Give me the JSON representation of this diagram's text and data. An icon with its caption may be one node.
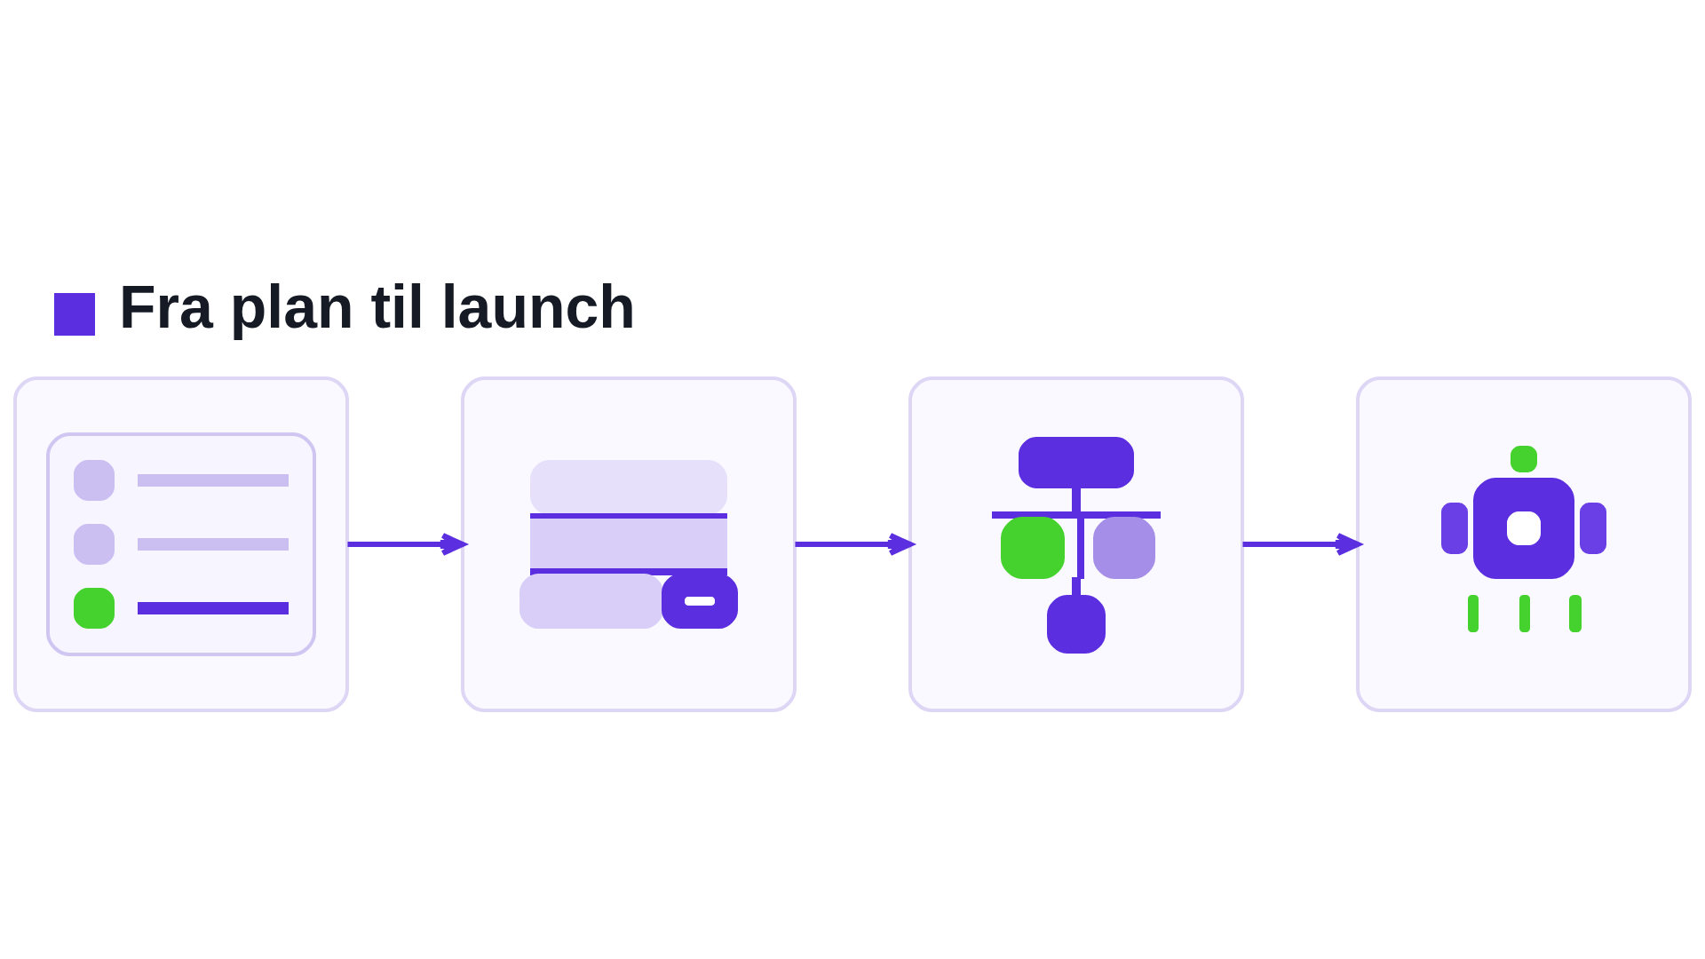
{
  "diagram": {
    "title": "Fra plan til launch",
    "nodes": [
      {
        "text": [],
        "shape": "picture"
      },
      {
        "text": [],
        "shape": "picture"
      },
      {
        "text": [],
        "shape": "picture"
      },
      {
        "text": [],
        "shape": "picture"
      }
    ],
    "edges": [
      {
        "from": 0,
        "to": 1,
        "arrow": "to"
      },
      {
        "from": 1,
        "to": 2,
        "arrow": "to"
      },
      {
        "from": 2,
        "to": 3,
        "arrow": "to"
      }
    ]
  }
}
